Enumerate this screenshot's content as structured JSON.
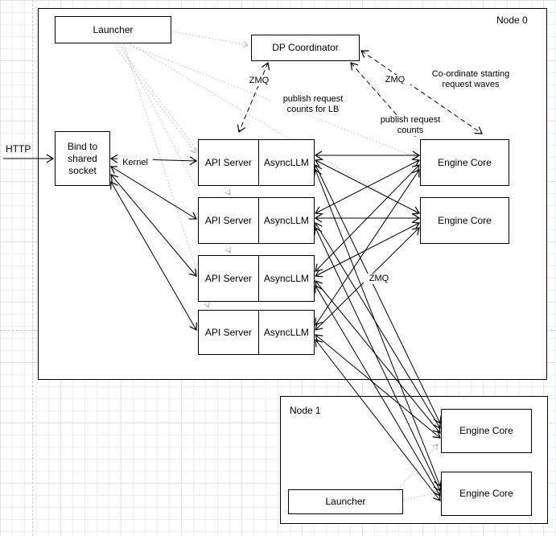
{
  "node0": {
    "label": "Node 0",
    "launcher": "Launcher",
    "dp_coordinator": "DP Coordinator",
    "bind_socket": "Bind to shared socket",
    "api_rows": [
      {
        "api": "API Server",
        "llm": "AsyncLLM"
      },
      {
        "api": "API Server",
        "llm": "AsyncLLM"
      },
      {
        "api": "API Server",
        "llm": "AsyncLLM"
      },
      {
        "api": "API Server",
        "llm": "AsyncLLM"
      }
    ],
    "engine_cores": [
      "Engine Core",
      "Engine Core"
    ]
  },
  "node1": {
    "label": "Node 1",
    "launcher": "Launcher",
    "engine_cores": [
      "Engine Core",
      "Engine Core"
    ]
  },
  "annotations": {
    "http": "HTTP",
    "zmq_left": "ZMQ",
    "zmq_right": "ZMQ",
    "zmq_mid": "ZMQ",
    "publish_lb": "publish request counts for LB",
    "coordinate_waves": "Co-ordinate starting request waves",
    "publish_counts": "publish request counts",
    "kernel": "Kernel"
  },
  "colors": {
    "arrow_solid": "#000000",
    "arrow_dashed": "#000000",
    "arrow_dotted": "#b3b3b3",
    "box_border": "#000000",
    "grid_minor": "#eceef1",
    "grid_major": "#e0e3e7"
  }
}
